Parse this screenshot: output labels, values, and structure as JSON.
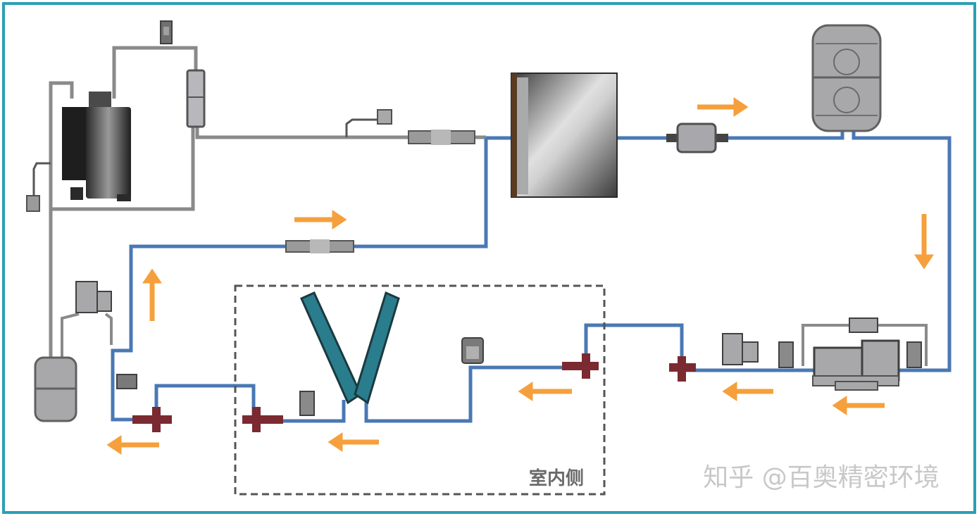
{
  "diagram": {
    "type": "refrigeration-system-schematic",
    "colors": {
      "frame": "#2aa0b4",
      "pipe_blue": "#4a78b4",
      "pipe_gray": "#8a8a8a",
      "flow_arrow": "#f5a03c",
      "evaporator": "#2a7d8c",
      "valve_red": "#7a2a30",
      "component_gray": "#a8a8aa",
      "watermark": "#c8c8c8"
    },
    "regions": {
      "indoor_label": "室内侧"
    },
    "components": [
      {
        "id": "compressor",
        "label": "compressor"
      },
      {
        "id": "oil-separator",
        "label": "oil separator"
      },
      {
        "id": "pressure-switch-top",
        "label": "pressure switch"
      },
      {
        "id": "pressure-sensor-mid",
        "label": "pressure sensor"
      },
      {
        "id": "sight-glass-top",
        "label": "sight glass"
      },
      {
        "id": "condenser",
        "label": "condenser"
      },
      {
        "id": "dryer-filter",
        "label": "dryer filter"
      },
      {
        "id": "receiver-tank",
        "label": "liquid receiver"
      },
      {
        "id": "pump",
        "label": "pump"
      },
      {
        "id": "bypass-valve",
        "label": "bypass valve"
      },
      {
        "id": "solenoid-valve-right",
        "label": "solenoid valve"
      },
      {
        "id": "sensor-right-1",
        "label": "sensor"
      },
      {
        "id": "sensor-right-2",
        "label": "sensor"
      },
      {
        "id": "expansion-valve-right",
        "label": "expansion valve"
      },
      {
        "id": "expansion-valve-mid",
        "label": "expansion valve"
      },
      {
        "id": "solenoid-valve-indoor",
        "label": "solenoid valve"
      },
      {
        "id": "evaporator-coil",
        "label": "V-coil evaporator"
      },
      {
        "id": "sensor-indoor",
        "label": "sensor"
      },
      {
        "id": "expansion-valve-indoor",
        "label": "expansion valve"
      },
      {
        "id": "expansion-valve-left",
        "label": "expansion valve"
      },
      {
        "id": "sensor-left",
        "label": "sensor"
      },
      {
        "id": "solenoid-valve-left",
        "label": "solenoid valve"
      },
      {
        "id": "accumulator",
        "label": "gas-liquid separator"
      },
      {
        "id": "sight-glass-mid",
        "label": "sight glass"
      }
    ],
    "flow_arrows": [
      {
        "id": "arrow-top-right",
        "direction": "right"
      },
      {
        "id": "arrow-mid",
        "direction": "right"
      },
      {
        "id": "arrow-right-down",
        "direction": "down"
      },
      {
        "id": "arrow-pump-1",
        "direction": "left"
      },
      {
        "id": "arrow-pump-2",
        "direction": "left"
      },
      {
        "id": "arrow-indoor-1",
        "direction": "left"
      },
      {
        "id": "arrow-indoor-2",
        "direction": "left"
      },
      {
        "id": "arrow-left-up",
        "direction": "up"
      },
      {
        "id": "arrow-left-bottom",
        "direction": "left"
      }
    ]
  },
  "watermark": {
    "text": "知乎 @百奥精密环境"
  }
}
